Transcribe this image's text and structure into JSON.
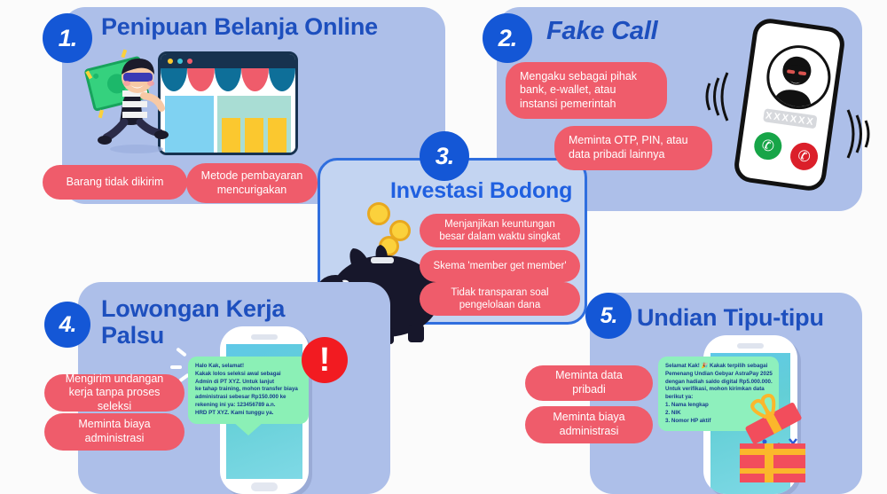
{
  "theme": {
    "page_bg": "#fbfbfb",
    "card_bg": "#adbfe9",
    "center_card_bg": "#c3d4f1",
    "badge_blue": "#1457d6",
    "heading_blue": "#1d4fbe",
    "pill_red": "#ef5c6b",
    "chat_green": "#8bf0b6",
    "chat_text_blue": "#163a8c"
  },
  "sections": [
    {
      "number": "1.",
      "title": "Penipuan Belanja Online",
      "pills": [
        "Barang tidak dikirim",
        "Metode pembayaran mencurigakan"
      ],
      "illustration": "thief-stealing-money-online-shop"
    },
    {
      "number": "2.",
      "title": "Fake Call",
      "pills": [
        "Mengaku sebagai pihak bank, e-wallet, atau instansi pemerintah",
        "Meminta OTP, PIN, atau data pribadi lainnya"
      ],
      "illustration": "ringing-phone-masked-caller",
      "phone": {
        "caller_id": "XXXXXX",
        "accept_icon": "phone-answer-icon",
        "decline_icon": "phone-decline-icon"
      }
    },
    {
      "number": "3.",
      "title": "Investasi Bodong",
      "pills": [
        "Menjanjikan keuntungan besar dalam waktu singkat",
        "Skema 'member get member'",
        "Tidak transparan soal pengelolaan dana"
      ],
      "illustration": "black-piggy-bank-with-coins"
    },
    {
      "number": "4.",
      "title": "Lowongan Kerja Palsu",
      "pills": [
        "Mengirim undangan kerja tanpa proses seleksi",
        "Meminta biaya administrasi"
      ],
      "illustration": "phone-with-scam-job-chat",
      "chat_lines": [
        "Halo Kak, selamat!",
        "Kakak lolos seleksi awal sebagai",
        "Admin di PT XYZ. Untuk lanjut",
        "ke tahap training, mohon transfer biaya",
        "administrasi sebesar Rp150.000 ke",
        "rekening ini ya: 123456789 a.n.",
        "HRD PT XYZ. Kami tunggu ya."
      ],
      "alert_icon": "exclamation-mark-icon"
    },
    {
      "number": "5.",
      "title": "Undian Tipu-tipu",
      "pills": [
        "Meminta data pribadi",
        "Meminta biaya administrasi"
      ],
      "illustration": "phone-with-prize-scam-chat-and-gift",
      "chat_lines": [
        "Selamat Kak! 🎉 Kakak terpilih sebagai",
        "Pemenang Undian Gebyar AstraPay 2025",
        "dengan hadiah saldo digital Rp5.000.000.",
        "Untuk verifikasi, mohon kirimkan data",
        "berikut ya:",
        "1. Nama lengkap",
        "2. NIK",
        "3. Nomor HP aktif"
      ]
    }
  ]
}
